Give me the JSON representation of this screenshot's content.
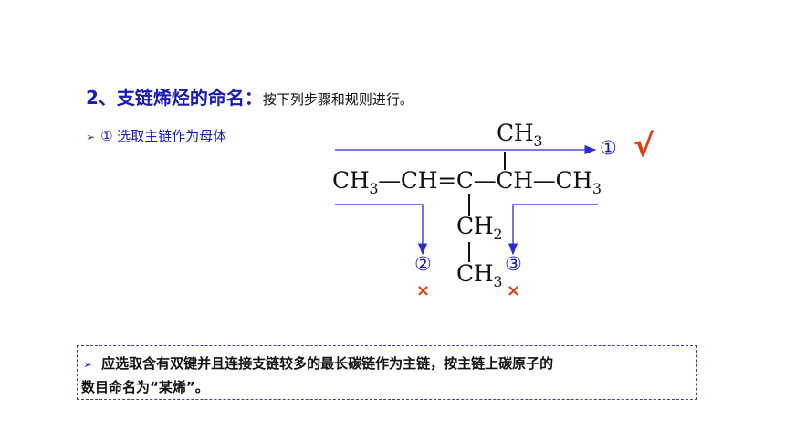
{
  "heading": {
    "number": "2、",
    "title": "支链烯烃的命名：",
    "rest": "按下列步骤和规则进行。"
  },
  "step": {
    "bullet": "➢",
    "text": "① 选取主链作为母体"
  },
  "molecule": {
    "top_ch3": "CH",
    "top_ch3_sub": "3",
    "main_ch3_left": "CH",
    "main_ch3_left_sub": "3",
    "main_ch_eq_c": "—CH=C",
    "main_ch": "—CH—CH",
    "main_ch3_right_sub": "3",
    "ch2": "CH",
    "ch2_sub": "2",
    "bottom_ch3": "CH",
    "bottom_ch3_sub": "3"
  },
  "chain_labels": {
    "chain1": "①",
    "chain2": "②",
    "chain3": "③"
  },
  "marks": {
    "correct": "√",
    "wrong2": "×",
    "wrong3": "×"
  },
  "colors": {
    "accent_blue": "#1a1ab4",
    "mark_red": "#e23b12",
    "arrow_blue": "#2b2bd0"
  },
  "note": {
    "bullet": "➢",
    "line1": "应选取含有双键并且连接支链较多的最长碳链作为主链，按主链上碳原子的",
    "line2": "数目命名为“某烯”。"
  }
}
